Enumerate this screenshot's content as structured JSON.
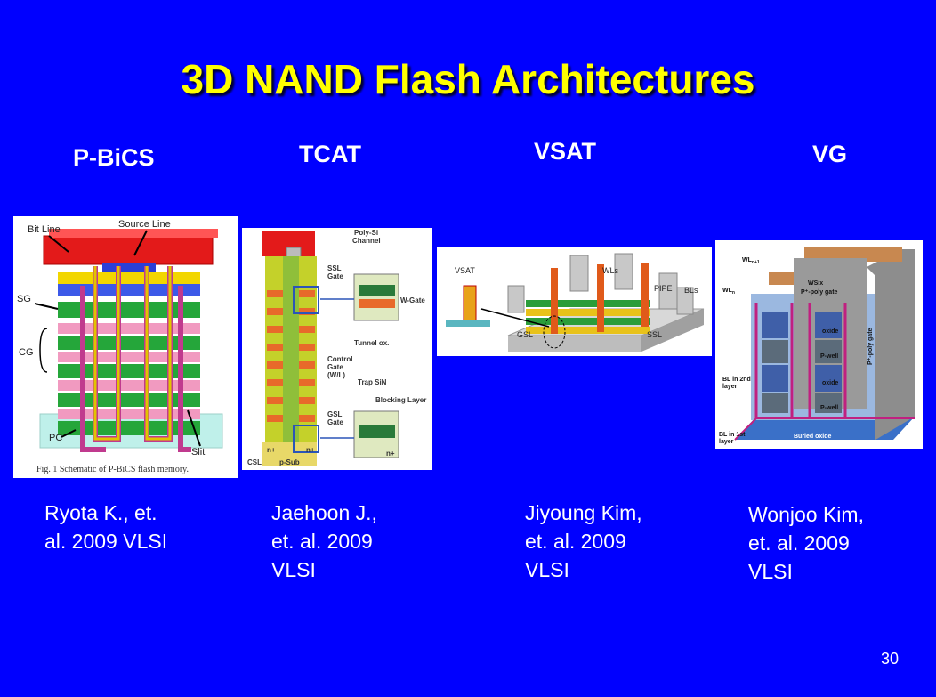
{
  "slide": {
    "title": "3D NAND Flash Architectures",
    "page_number": "30"
  },
  "columns": [
    {
      "heading": "P-BiCS",
      "citation": [
        "Ryota K., et.",
        "al. 2009 VLSI"
      ],
      "figure_labels": {
        "bit_line": "Bit Line",
        "source_line": "Source Line",
        "sg": "SG",
        "cg": "CG",
        "pc": "PC",
        "slit": "Slit",
        "caption": "Fig. 1  Schematic of P-BiCS flash memory."
      }
    },
    {
      "heading": "TCAT",
      "citation": [
        "Jaehoon J.,",
        "et. al. 2009",
        "VLSI"
      ],
      "figure_labels": {
        "poly_si": "Poly-Si",
        "channel": "Channel",
        "ssl": "SSL",
        "gate": "Gate",
        "w_gate": "W-Gate",
        "tunnel_ox": "Tunnel ox.",
        "control": "Control",
        "wl": "(W/L)",
        "trap_sin": "Trap SiN",
        "blocking_layer": "Blocking Layer",
        "gsl": "GSL",
        "csl": "CSL",
        "p_sub": "p-Sub",
        "n_plus": "n+"
      }
    },
    {
      "heading": "VSAT",
      "citation": [
        "Jiyoung Kim,",
        "et. al. 2009",
        "VLSI"
      ],
      "figure_labels": {
        "vsat": "VSAT",
        "wls": "WLs",
        "pipe": "PIPE",
        "bls": "BLs",
        "gsl": "GSL",
        "ssl": "SSL"
      }
    },
    {
      "heading": "VG",
      "citation": [
        "Wonjoo Kim,",
        "et. al. 2009",
        "VLSI"
      ],
      "figure_labels": {
        "wl_n1": "WL",
        "wl_n1_sub": "n+1",
        "wl_n": "WL",
        "wl_n_sub": "n",
        "wsix": "WSix",
        "p_poly_gate": "P⁺-poly gate",
        "oxide": "oxide",
        "p_well": "P-well",
        "bl_2nd": "BL",
        "bl_2nd_rest": " in 2nd",
        "layer": "layer",
        "bl_1st_rest": " in 1st",
        "buried_oxide": "Buried oxide",
        "side_gate": "P⁺-poly gate"
      }
    }
  ],
  "colors": {
    "background": "#0000ff",
    "title": "#ffff00",
    "text": "#ffffff"
  }
}
